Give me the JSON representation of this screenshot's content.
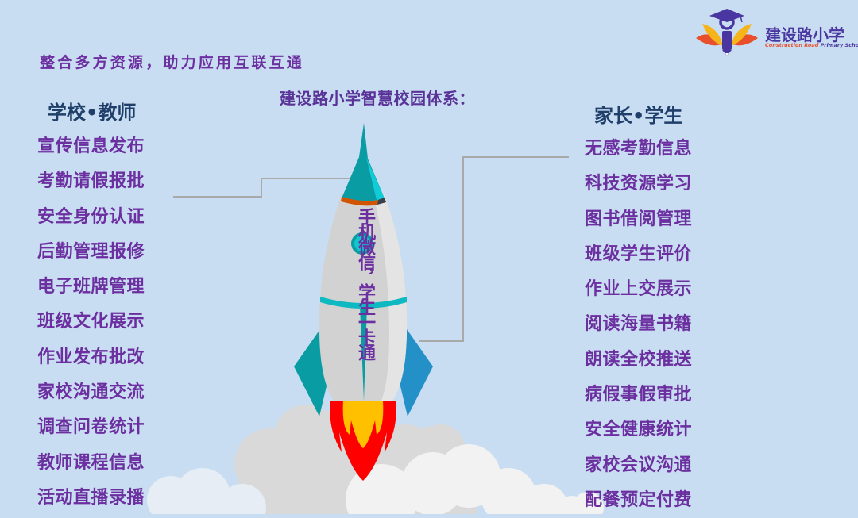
{
  "header": {
    "tagline": "整合多方资源，助力应用互联互通",
    "system_title": "建设路小学智慧校园体系："
  },
  "logo": {
    "name": "建设路小学",
    "subtitle_part1": "Construction Road ",
    "subtitle_part2": "Primary School",
    "icon": "graduation-cap-pencil-lotus-icon"
  },
  "rocket": {
    "label": "手机微信，学生一卡通",
    "colors": {
      "nose": "#0a9ca3",
      "nose_highlight": "#10ccd6",
      "body": "#d2d2d2",
      "body_highlight": "#e4e4e4",
      "band": "#0fb9c2",
      "fin_left": "#0a9ca3",
      "fin_right": "#2390c8",
      "flame_outer": "#ff0000",
      "flame_inner": "#ffc000",
      "collar": "#d35400"
    }
  },
  "left_column": {
    "heading": "学校•教师",
    "items": [
      "宣传信息发布",
      "考勤请假报批",
      "安全身份认证",
      "后勤管理报修",
      "电子班牌管理",
      "班级文化展示",
      "作业发布批改",
      "家校沟通交流",
      "调查问卷统计",
      "教师课程信息",
      "活动直播录播"
    ]
  },
  "right_column": {
    "heading": "家长•学生",
    "items": [
      "无感考勤信息",
      "科技资源学习",
      "图书借阅管理",
      "班级学生评价",
      "作业上交展示",
      "阅读海量书籍",
      "朗读全校推送",
      "病假事假审批",
      "安全健康统计",
      "家校会议沟通",
      "配餐预定付费"
    ]
  },
  "colors": {
    "background": "#c9ddf2",
    "item_text": "#6b2fa0",
    "heading_text": "#1f3f6a",
    "connector": "#a9a9a9"
  }
}
